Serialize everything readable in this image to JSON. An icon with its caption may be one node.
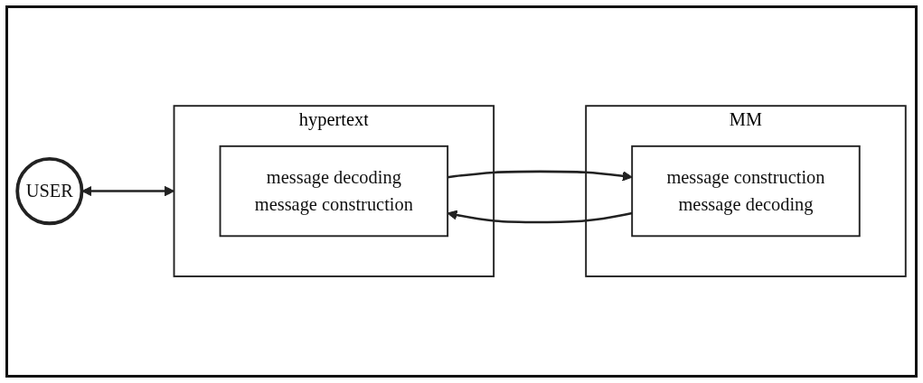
{
  "diagram": {
    "nodes": [
      {
        "text": [
          "USER"
        ]
      },
      {
        "text": [
          "hypertext"
        ]
      },
      {
        "text": [
          "message decoding",
          "message construction"
        ],
        "in": 1
      },
      {
        "text": [
          "MM"
        ]
      },
      {
        "text": [
          "message construction",
          "message decoding"
        ],
        "in": 3
      }
    ],
    "edges": [
      {
        "from": 0,
        "to": 1,
        "arrow": "both"
      },
      {
        "from": 4,
        "to": 2,
        "arrow": "to"
      },
      {
        "from": 2,
        "to": 4,
        "arrow": "to"
      }
    ]
  }
}
